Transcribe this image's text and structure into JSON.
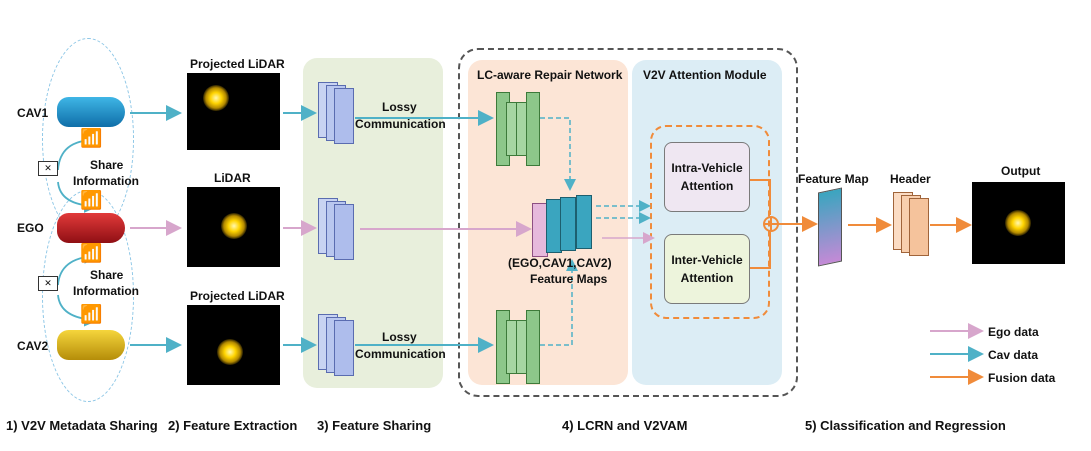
{
  "vehicles": {
    "cav1": "CAV1",
    "ego": "EGO",
    "cav2": "CAV2"
  },
  "share": {
    "line1": "Share",
    "line2": "Information"
  },
  "lidar_titles": {
    "top": "Projected LiDAR",
    "mid": "LiDAR",
    "bottom": "Projected LiDAR"
  },
  "lossy": {
    "line1": "Lossy",
    "line2": "Communication"
  },
  "lcrn_title": "LC-aware Repair Network",
  "v2vam_title": "V2V Attention Module",
  "intra": {
    "line1": "Intra-Vehicle",
    "line2": "Attention"
  },
  "inter": {
    "line1": "Inter-Vehicle",
    "line2": "Attention"
  },
  "feature_maps": {
    "line1": "(EGO,CAV1,CAV2)",
    "line2": "Feature Maps"
  },
  "feature_map": "Feature Map",
  "header": "Header",
  "output": "Output",
  "legend": {
    "ego": "Ego data",
    "cav": "Cav data",
    "fusion": "Fusion data"
  },
  "stages": {
    "s1": "1) V2V Metadata Sharing",
    "s2": "2) Feature Extraction",
    "s3": "3) Feature Sharing",
    "s4": "4) LCRN and V2VAM",
    "s5": "5) Classification and Regression"
  },
  "colors": {
    "ego": "#d7a6cc",
    "cav": "#4fb1c7",
    "fusion": "#f08b3a"
  }
}
